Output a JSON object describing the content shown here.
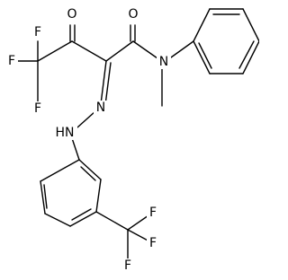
{
  "atoms": {
    "f1": "F",
    "f2": "F",
    "f3": "F",
    "o_keto": "O",
    "o_amide": "O",
    "n_amide": "N",
    "n_azo": "N",
    "nh_hydrazo": "HN",
    "f4": "F",
    "f5": "F",
    "f6": "F"
  }
}
